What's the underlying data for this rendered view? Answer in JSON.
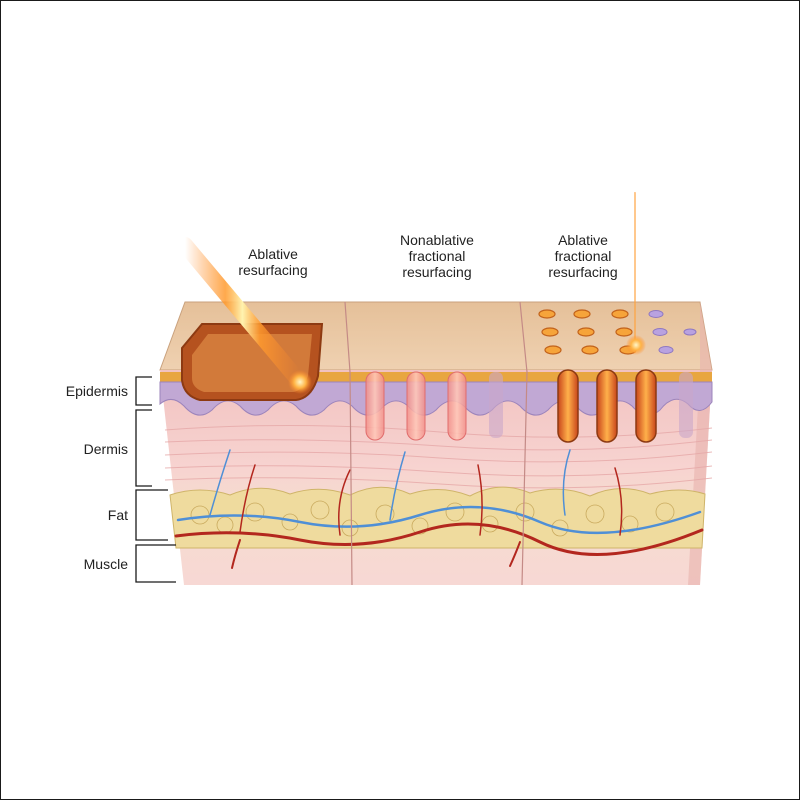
{
  "titles": {
    "ablative_1": "Ablative",
    "ablative_2": "resurfacing",
    "nonablative_1": "Nonablative",
    "nonablative_2": "fractional",
    "nonablative_3": "resurfacing",
    "fractional_1": "Ablative",
    "fractional_2": "fractional",
    "fractional_3": "resurfacing"
  },
  "layers": {
    "epidermis": "Epidermis",
    "dermis": "Dermis",
    "fat": "Fat",
    "muscle": "Muscle"
  },
  "colors": {
    "skin_top": "#eac7a2",
    "epidermis_band": "#e8a640",
    "basal_purple": "#b9a2cf",
    "dermis": "#f3c8c6",
    "fat": "#ecd99a",
    "muscle": "#f4d0cc",
    "artery": "#b3271e",
    "vein": "#4f8fd6",
    "laser_core": "#fff2a8",
    "laser_glow": "#ff8a2a"
  }
}
